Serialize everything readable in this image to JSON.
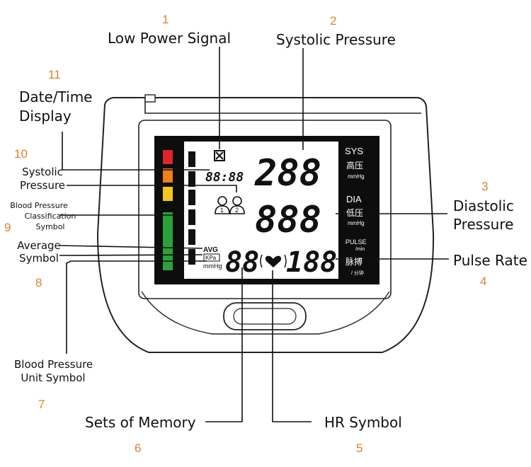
{
  "callouts": {
    "c1": {
      "number": "1",
      "label": "Low Power Signal"
    },
    "c2": {
      "number": "2",
      "label": "Systolic Pressure"
    },
    "c3": {
      "number": "3",
      "label_line1": "Diastolic",
      "label_line2": "Pressure"
    },
    "c4": {
      "number": "4",
      "label": "Pulse Rate"
    },
    "c5": {
      "number": "5",
      "label": "HR Symbol"
    },
    "c6": {
      "number": "6",
      "label": "Sets of Memory"
    },
    "c7": {
      "number": "7",
      "label_line1": "Blood Pressure",
      "label_line2": "Unit Symbol"
    },
    "c8": {
      "number": "8",
      "label_line1": "Average",
      "label_line2": "Symbol"
    },
    "c9": {
      "number": "9",
      "label_line1": "Blood Pressure",
      "label_line2": "Classification",
      "label_line3": "Symbol"
    },
    "c10": {
      "number": "10",
      "label_line1": "Systolic",
      "label_line2": "Pressure"
    },
    "c11": {
      "number": "11",
      "label_line1": "Date/Time",
      "label_line2": "Display"
    }
  },
  "display": {
    "sys_digits": "288",
    "dia_digits": "888",
    "pulse_digits": "188",
    "memory_digits": "88",
    "datetime": "88:88",
    "sys_label": "SYS",
    "sys_cn": "高压",
    "sys_unit": "mmHg",
    "dia_label": "DIA",
    "dia_cn": "低压",
    "dia_unit": "mmHg",
    "pulse_label": "PULSE",
    "pulse_unit_en": "/min",
    "pulse_cn": "脉搏",
    "pulse_unit_cn": "/ 分钟",
    "avg": "AVG",
    "kpa": "KPa",
    "mmhg": "mmHg",
    "user1": "1",
    "user2": "2"
  },
  "colors": {
    "accent_number": "#d9822b",
    "bar_red": "#e0242a",
    "bar_orange": "#f07f1e",
    "bar_yellow": "#f3c61b",
    "bar_green": "#2aa23a",
    "lcd_black": "#0d0d0d"
  }
}
